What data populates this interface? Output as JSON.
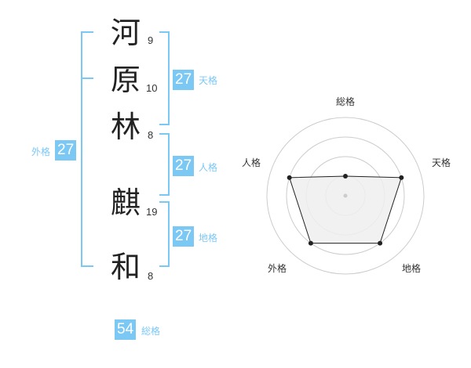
{
  "name": {
    "characters": [
      {
        "char": "河",
        "strokes": "9"
      },
      {
        "char": "原",
        "strokes": "10"
      },
      {
        "char": "林",
        "strokes": "8"
      },
      {
        "char": "麒",
        "strokes": "19"
      },
      {
        "char": "和",
        "strokes": "8"
      }
    ]
  },
  "kakusu": {
    "tenkaku": {
      "value": "27",
      "label": "天格"
    },
    "jinkaku": {
      "value": "27",
      "label": "人格"
    },
    "chikaku": {
      "value": "27",
      "label": "地格"
    },
    "gaikaku": {
      "value": "27",
      "label": "外格"
    },
    "soukaku": {
      "value": "54",
      "label": "総格"
    }
  },
  "chart_data": {
    "type": "radar",
    "axes": [
      "総格",
      "天格",
      "地格",
      "外格",
      "人格"
    ],
    "values": [
      1,
      3,
      3,
      3,
      3
    ],
    "max": 4,
    "rings": 4,
    "colors": {
      "fill": "#efefef",
      "line": "#222222",
      "ring": "#cccccc"
    }
  },
  "colors": {
    "accent": "#7cc8f5"
  }
}
